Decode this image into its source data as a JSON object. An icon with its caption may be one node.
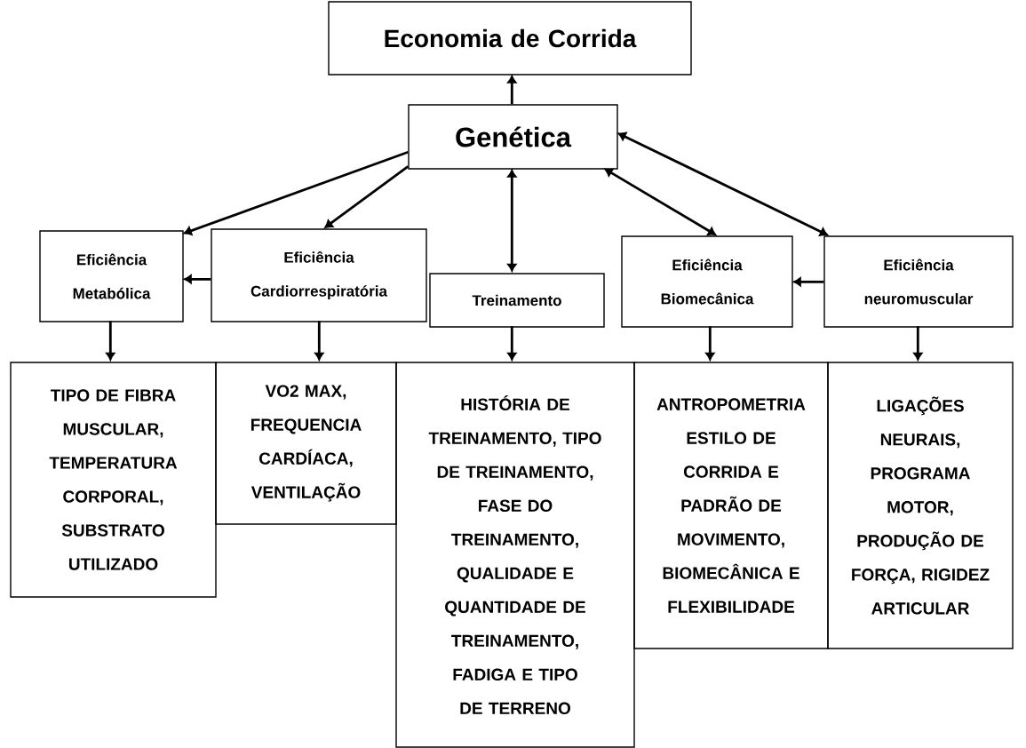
{
  "diagram": {
    "nodes": [
      {
        "text": [
          "Economia de Corrida"
        ]
      },
      {
        "text": [
          "Genética"
        ]
      },
      {
        "text": [
          "Eficiência Metabólica"
        ]
      },
      {
        "text": [
          "Eficiência Cardiorrespiratória"
        ]
      },
      {
        "text": [
          "Treinamento"
        ]
      },
      {
        "text": [
          "Eficiência Biomecânica"
        ]
      },
      {
        "text": [
          "Eficiência neuromuscular"
        ]
      },
      {
        "text": [
          "TIPO DE FIBRA MUSCULAR, TEMPERATURA CORPORAL, SUBSTRATO UTILIZADO"
        ]
      },
      {
        "text": [
          "VO2 MAX, FREQUENCIA CARDÍACA, VENTILAÇÃO"
        ]
      },
      {
        "text": [
          "HISTÓRIA DE TREINAMENTO, TIPO DE TREINAMENTO, FASE DO TREINAMENTO, QUALIDADE E QUANTIDADE DE TREINAMENTO, FADIGA E TIPO DE TERRENO"
        ]
      },
      {
        "text": [
          "ANTROPOMETRIA ESTILO DE CORRIDA E PADRÃO DE MOVIMENTO, BIOMECÂNICA E FLEXIBILIDADE"
        ]
      },
      {
        "text": [
          "LIGAÇÕES NEURAIS, PROGRAMA MOTOR, PRODUÇÃO DE FORÇA, RIGIDEZ ARTICULAR"
        ]
      }
    ],
    "edges": [
      {
        "from": 1,
        "to": 0,
        "arrow": "to"
      },
      {
        "from": 1,
        "to": 2,
        "arrow": "to"
      },
      {
        "from": 1,
        "to": 3,
        "arrow": "to"
      },
      {
        "from": 1,
        "to": 4,
        "arrow": "both"
      },
      {
        "from": 1,
        "to": 5,
        "arrow": "both"
      },
      {
        "from": 1,
        "to": 6,
        "arrow": "both"
      },
      {
        "from": 3,
        "to": 2,
        "arrow": "to"
      },
      {
        "from": 6,
        "to": 5,
        "arrow": "to"
      },
      {
        "from": 2,
        "to": 7,
        "arrow": "to"
      },
      {
        "from": 3,
        "to": 8,
        "arrow": "to"
      },
      {
        "from": 4,
        "to": 9,
        "arrow": "to"
      },
      {
        "from": 5,
        "to": 10,
        "arrow": "to"
      },
      {
        "from": 6,
        "to": 11,
        "arrow": "to"
      }
    ]
  }
}
